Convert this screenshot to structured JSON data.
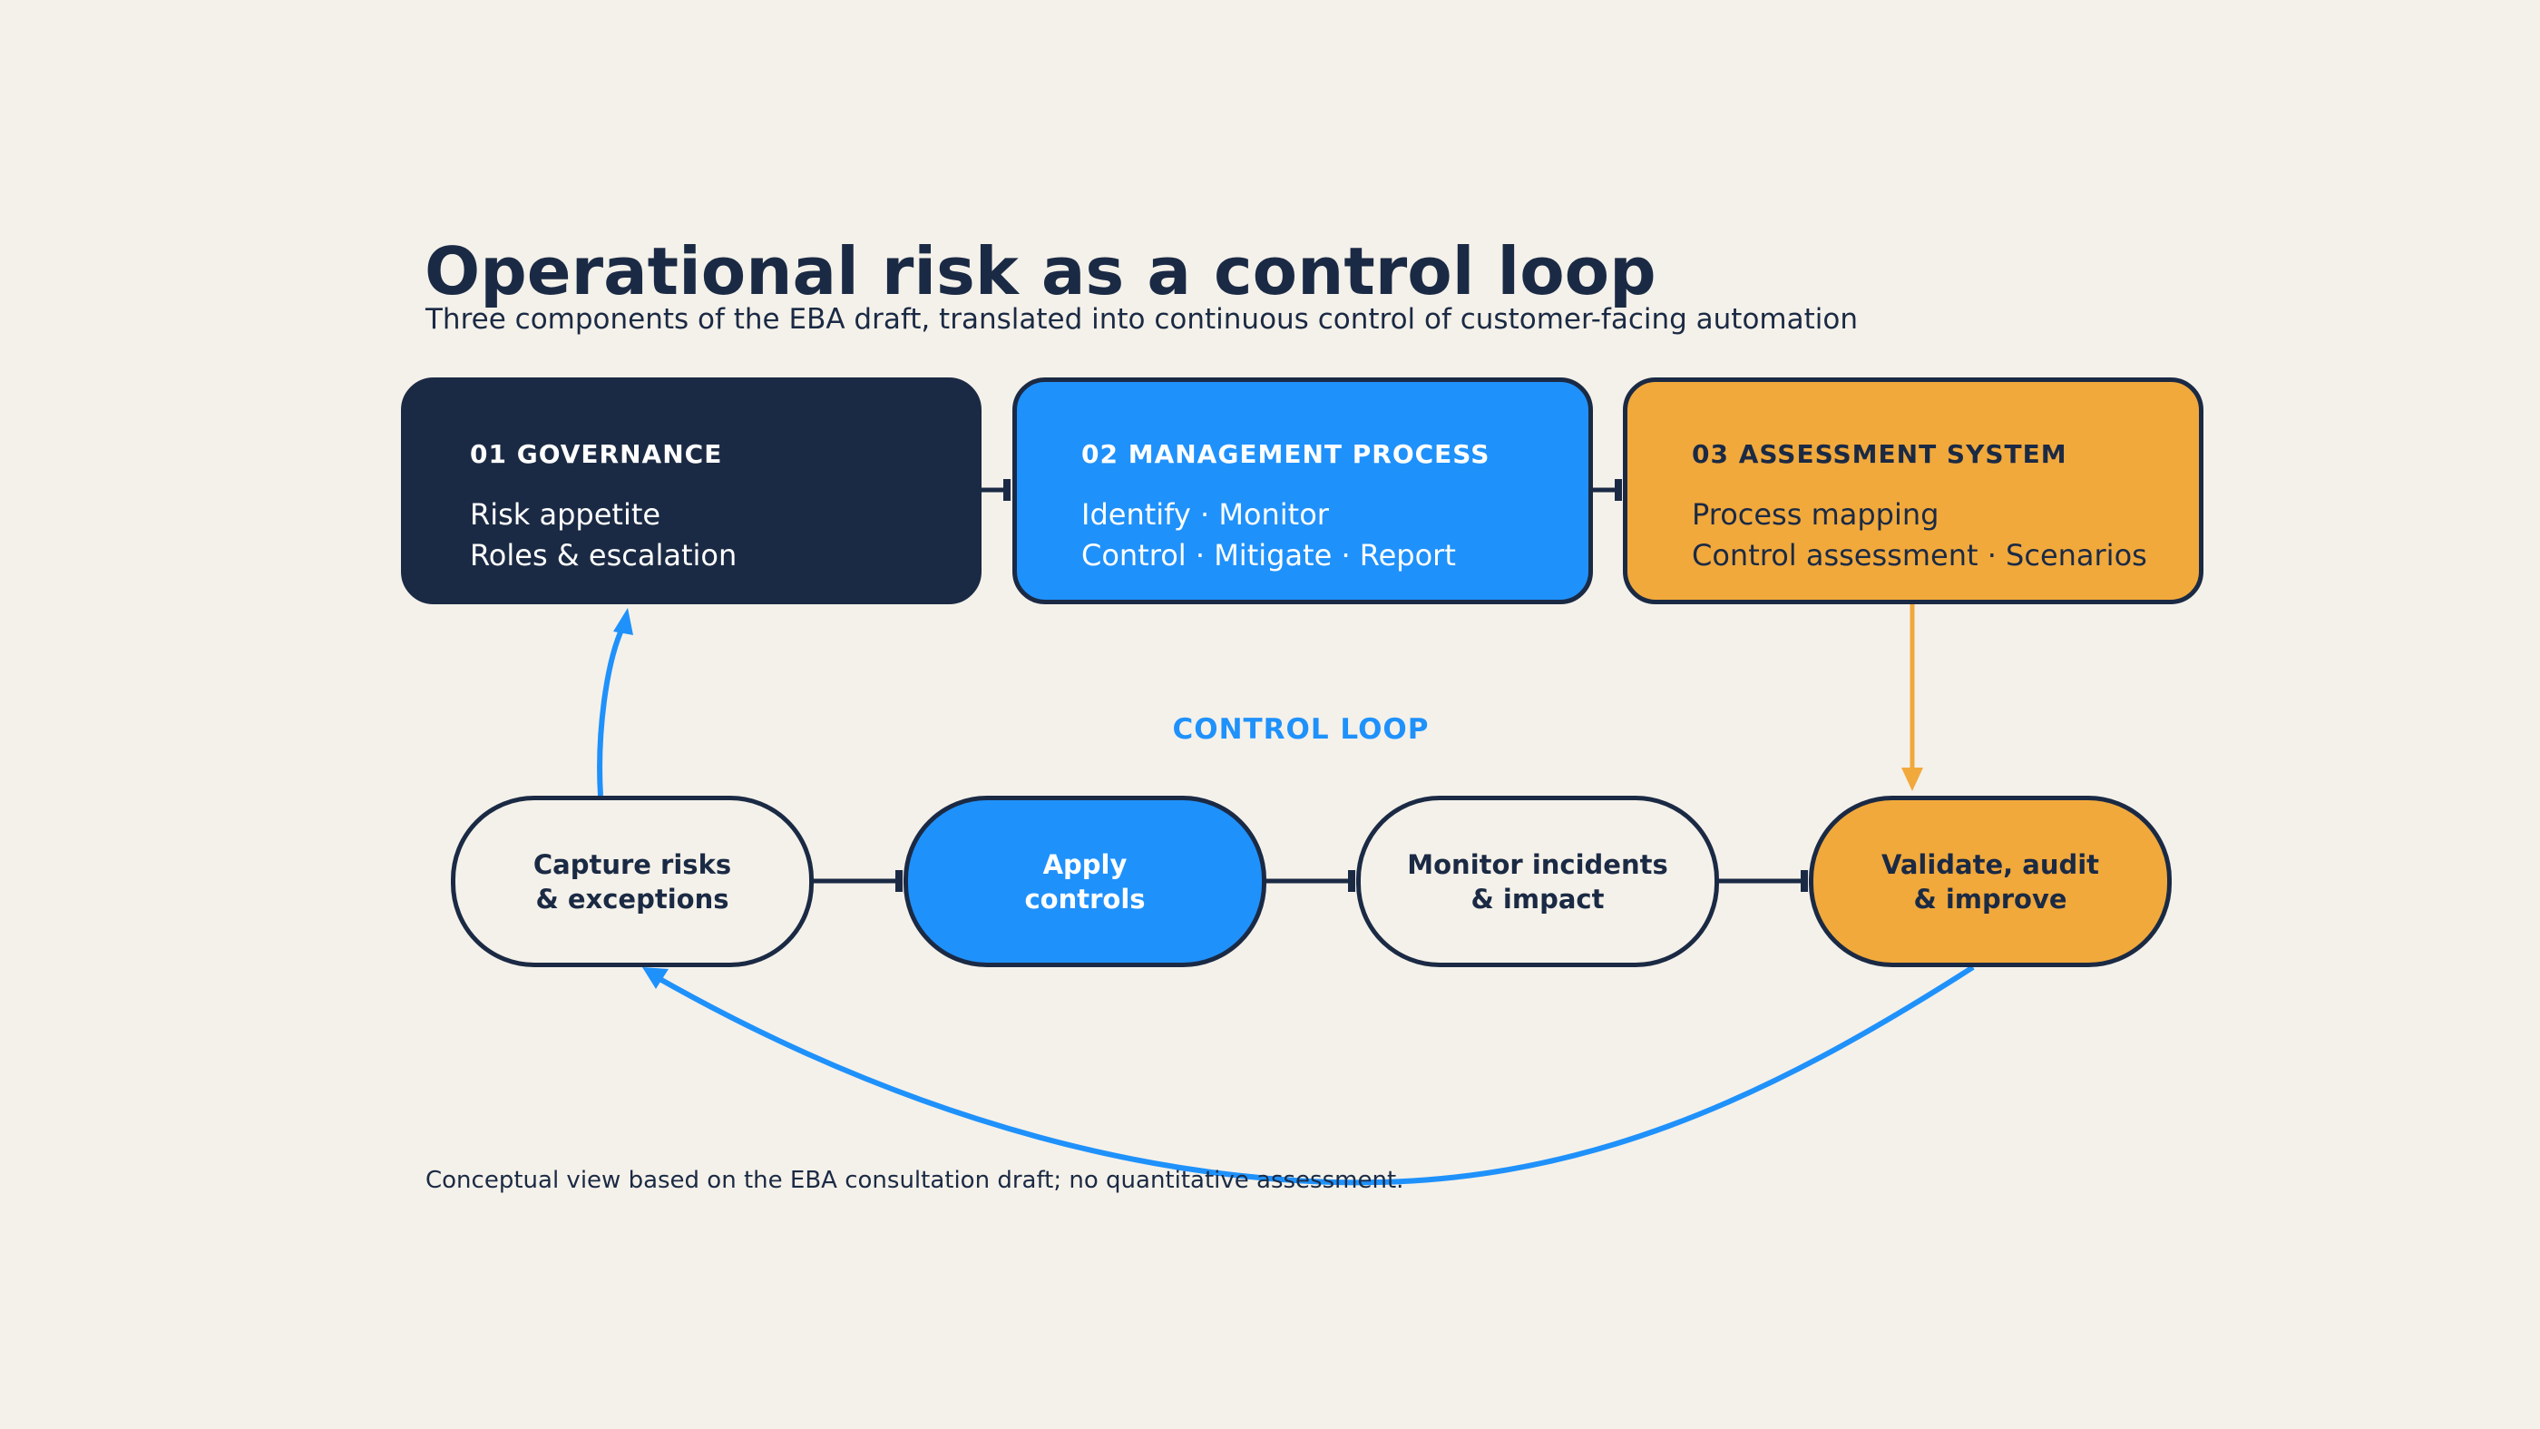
{
  "header": {
    "title": "Operational risk as a control loop",
    "subtitle": "Three components of the EBA draft, translated into continuous control of customer-facing automation"
  },
  "components": [
    {
      "title": "01  GOVERNANCE",
      "lines": [
        "Risk appetite",
        "Roles & escalation"
      ],
      "color": "#1b2a44"
    },
    {
      "title": "02  MANAGEMENT PROCESS",
      "lines": [
        "Identify · Monitor",
        "Control · Mitigate · Report"
      ],
      "color": "#1f91fb"
    },
    {
      "title": "03  ASSESSMENT SYSTEM",
      "lines": [
        "Process mapping",
        "Control assessment · Scenarios"
      ],
      "color": "#f1a93c"
    }
  ],
  "loop": {
    "label": "CONTROL LOOP",
    "steps": [
      {
        "label": "Capture risks\n& exceptions"
      },
      {
        "label": "Apply\ncontrols"
      },
      {
        "label": "Monitor incidents\n& impact"
      },
      {
        "label": "Validate, audit\n& improve"
      }
    ]
  },
  "footnote": "Conceptual view based on the EBA consultation draft; no quantitative assessment.",
  "colors": {
    "navy": "#1b2a44",
    "blue": "#1f91fb",
    "orange": "#f1a93c",
    "background": "#f4f1ea"
  }
}
